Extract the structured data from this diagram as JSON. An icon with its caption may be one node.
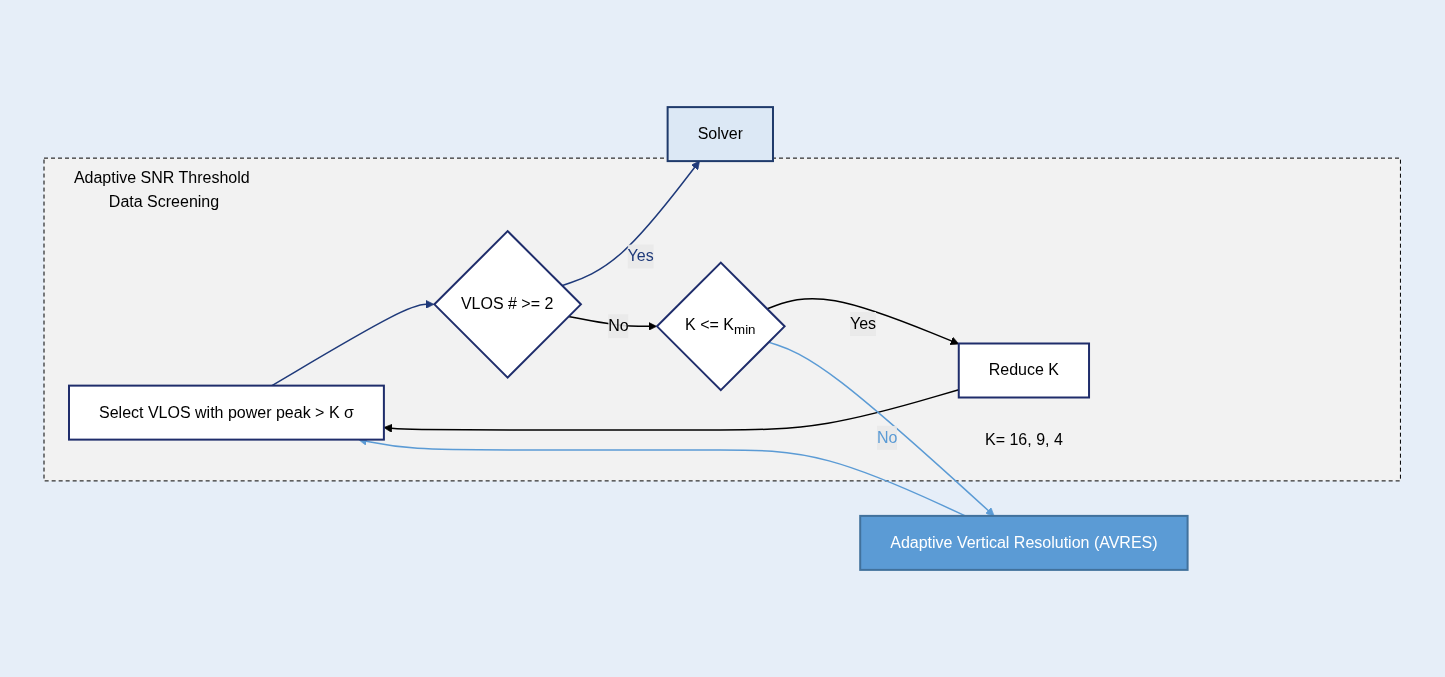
{
  "diagram": {
    "nodes": [
      {
        "text": [
          "Adaptive SNR Threshold Data Screening"
        ]
      },
      {
        "text": [
          "Select VLOS with power peak > K σ"
        ],
        "in": 0
      },
      {
        "text": [
          "VLOS # >= 2"
        ],
        "in": 0
      },
      {
        "text": [
          "Solver"
        ]
      },
      {
        "text": [
          "K <= K$_{min}$"
        ],
        "in": 0
      },
      {
        "text": [
          "Reduce K"
        ],
        "in": 0,
        "beside": [
          "K= 16, 9, 4"
        ]
      },
      {
        "text": [
          "Adaptive Vertical Resolution (AVRES)"
        ]
      }
    ],
    "edges": [
      {
        "from": 1,
        "to": 2,
        "arrow": "to",
        "color": "#1f3a7a"
      },
      {
        "from": 2,
        "to": 3,
        "arrow": "to",
        "label": "Yes",
        "color": "#1f3a7a"
      },
      {
        "from": 2,
        "to": 4,
        "arrow": "to",
        "label": "No"
      },
      {
        "from": 4,
        "to": 5,
        "arrow": "to",
        "label": "Yes"
      },
      {
        "from": 5,
        "to": 1,
        "arrow": "to"
      },
      {
        "from": 4,
        "to": 6,
        "arrow": "to",
        "label": "No",
        "color": "#5b9bd5"
      },
      {
        "from": 6,
        "to": 1,
        "arrow": "to",
        "color": "#5b9bd5"
      }
    ]
  }
}
